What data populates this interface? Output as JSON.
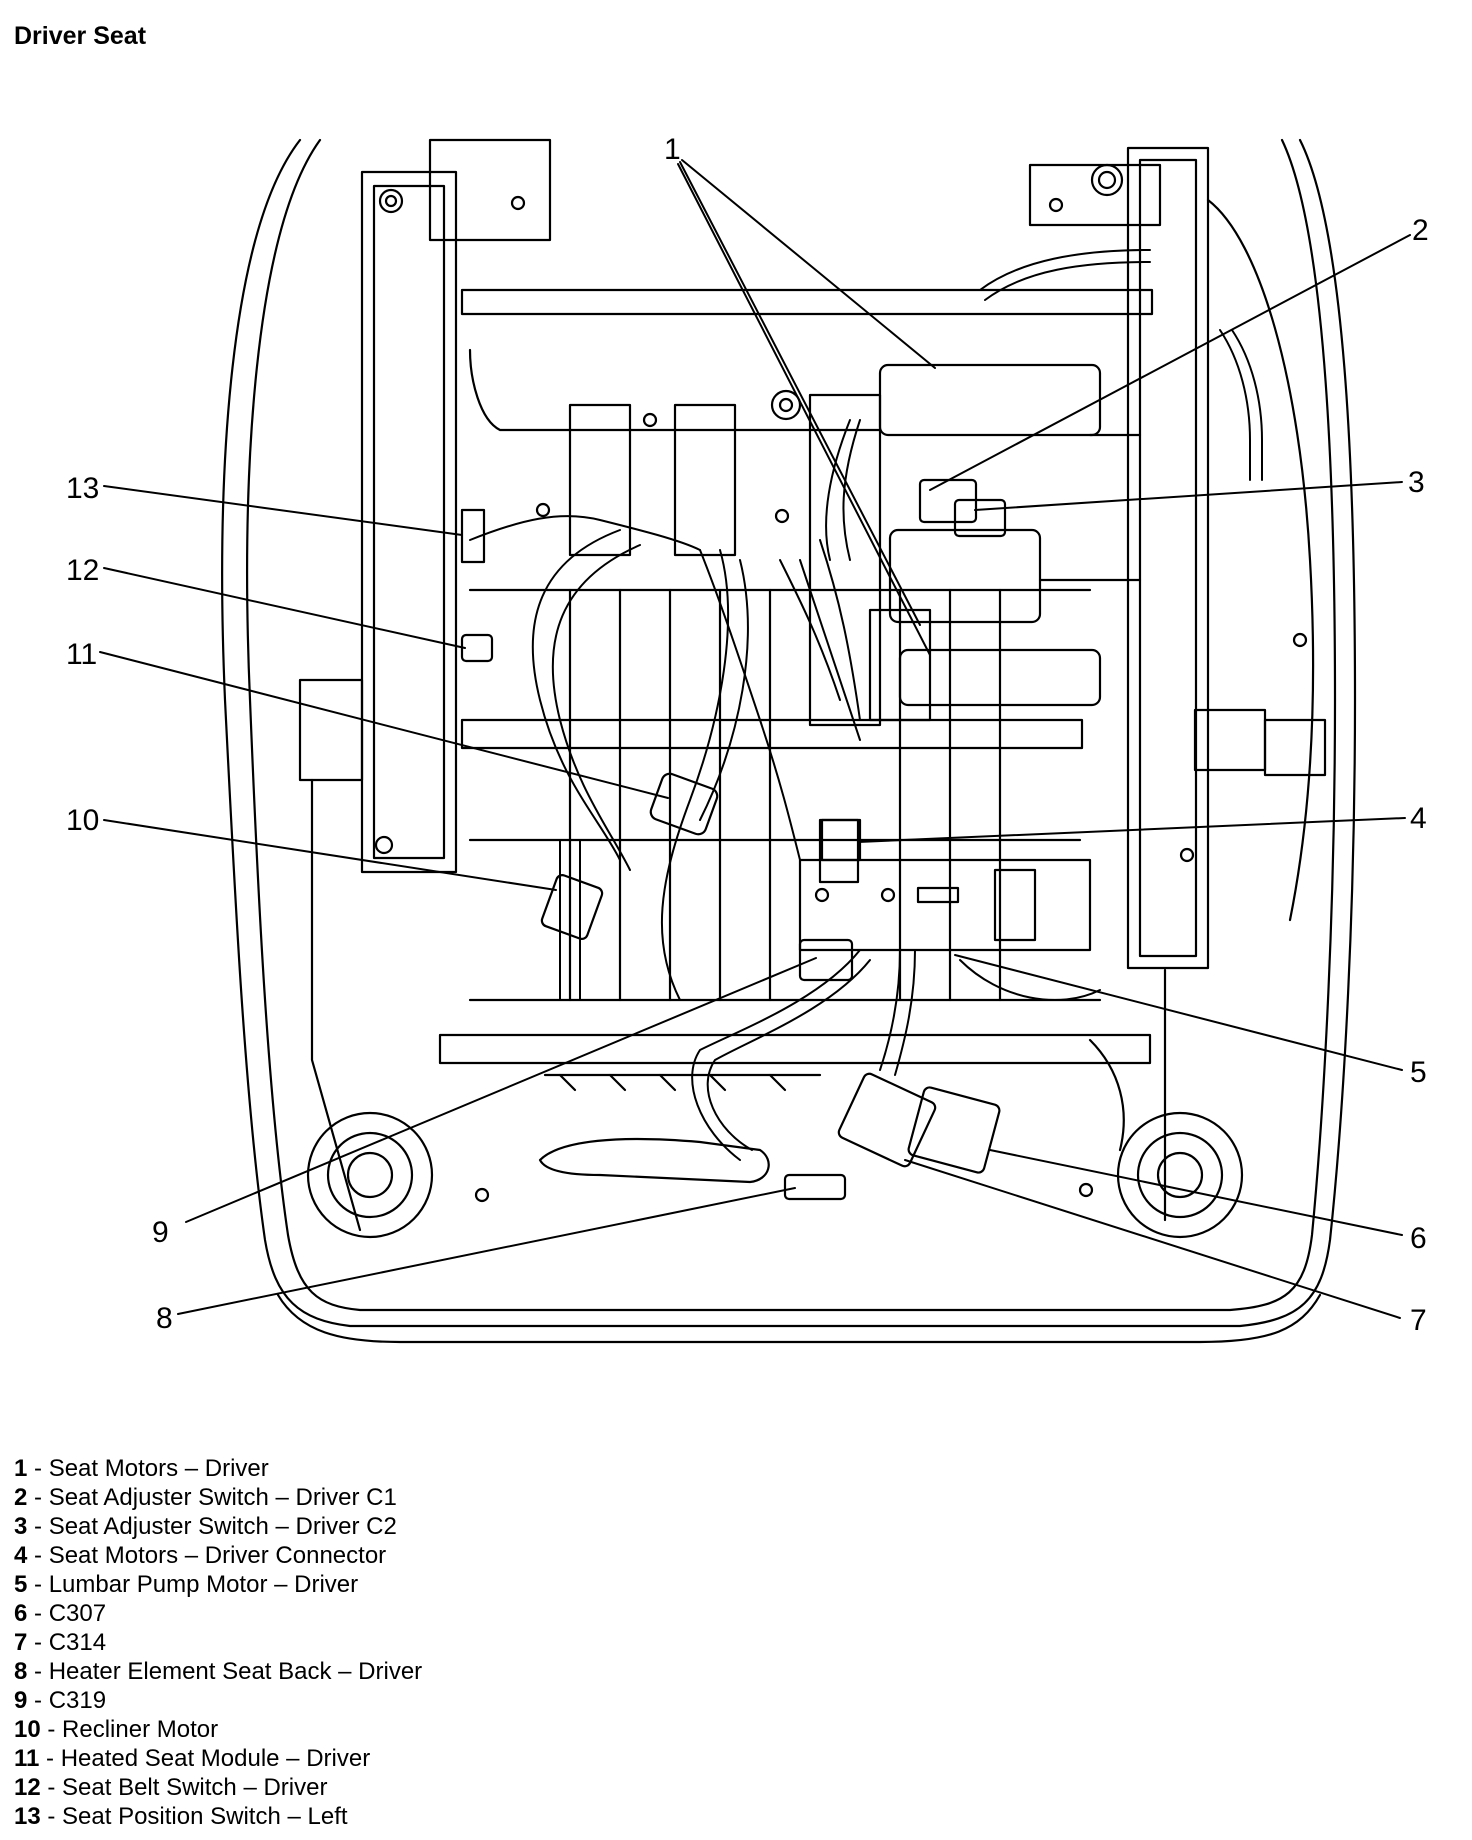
{
  "page": {
    "title": "Driver Seat"
  },
  "callouts": [
    {
      "num": "1"
    },
    {
      "num": "2"
    },
    {
      "num": "3"
    },
    {
      "num": "4"
    },
    {
      "num": "5"
    },
    {
      "num": "6"
    },
    {
      "num": "7"
    },
    {
      "num": "8"
    },
    {
      "num": "9"
    },
    {
      "num": "10"
    },
    {
      "num": "11"
    },
    {
      "num": "12"
    },
    {
      "num": "13"
    }
  ],
  "legend": [
    {
      "num": "1",
      "sep": " - ",
      "label": "Seat Motors – Driver"
    },
    {
      "num": "2",
      "sep": " - ",
      "label": "Seat Adjuster Switch – Driver C1"
    },
    {
      "num": "3",
      "sep": " - ",
      "label": "Seat Adjuster Switch – Driver C2"
    },
    {
      "num": "4",
      "sep": " - ",
      "label": "Seat Motors – Driver Connector"
    },
    {
      "num": "5",
      "sep": " - ",
      "label": "Lumbar Pump Motor – Driver"
    },
    {
      "num": "6",
      "sep": " - ",
      "label": "C307"
    },
    {
      "num": "7",
      "sep": " - ",
      "label": "C314"
    },
    {
      "num": "8",
      "sep": " - ",
      "label": "Heater Element Seat Back – Driver"
    },
    {
      "num": "9",
      "sep": " - ",
      "label": "C319"
    },
    {
      "num": "10",
      "sep": " - ",
      "label": "Recliner Motor"
    },
    {
      "num": "11",
      "sep": " - ",
      "label": "Heated Seat Module – Driver"
    },
    {
      "num": "12",
      "sep": " - ",
      "label": "Seat Belt Switch – Driver"
    },
    {
      "num": "13",
      "sep": " - ",
      "label": "Seat Position Switch – Left"
    }
  ]
}
